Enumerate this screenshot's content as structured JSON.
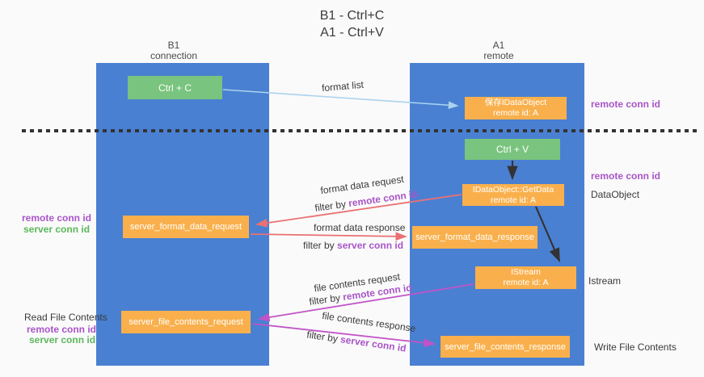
{
  "title": {
    "line1": "B1 - Ctrl+C",
    "line2": "A1 - Ctrl+V"
  },
  "lanes": {
    "left": {
      "name": "B1",
      "role": "connection"
    },
    "right": {
      "name": "A1",
      "role": "remote"
    }
  },
  "nodes": {
    "ctrl_c": {
      "label": "Ctrl + C"
    },
    "ctrl_v": {
      "label": "Ctrl + V"
    },
    "save_idataobject": {
      "line1": "保存IDataObject",
      "line2": "remote id: A"
    },
    "getdata": {
      "line1": "IDataObject::GetData",
      "line2": "remote id: A"
    },
    "istream": {
      "line1": "IStream",
      "line2": "remote id: A"
    },
    "server_format_data_request": {
      "label": "server_format_data_request"
    },
    "server_format_data_response": {
      "label": "server_format_data_response"
    },
    "server_file_contents_request": {
      "label": "server_file_contents_request"
    },
    "server_file_contents_response": {
      "label": "server_file_contents_response"
    }
  },
  "edges": {
    "format_list": {
      "label": "format list"
    },
    "format_data_request": {
      "label": "format data request",
      "filter_prefix": "filter by ",
      "filter_key": "remote conn id"
    },
    "format_data_response": {
      "label": "format data response",
      "filter_prefix": "filter by ",
      "filter_key": "server conn id"
    },
    "file_contents_request": {
      "label": "file contents request",
      "filter_prefix": "filter by ",
      "filter_key": "remote conn id"
    },
    "file_contents_response": {
      "label": "file contents response",
      "filter_prefix": "filter by ",
      "filter_key": "server conn id"
    }
  },
  "annotations": {
    "left_mid_remote": "remote conn id",
    "left_mid_server": "server conn id",
    "read_file_contents": "Read File Contents",
    "left_bottom_remote": "remote conn id",
    "left_bottom_server": "server conn id",
    "right_top_remote": "remote conn id",
    "right_mid_remote": "remote conn id",
    "dataobject": "DataObject",
    "istream": "Istream",
    "write_file_contents": "Write File Contents"
  },
  "colors": {
    "background": "#fafafa",
    "lane_blue": "#4a80d2",
    "box_orange": "#f9b04c",
    "box_green": "#79c47e",
    "arrow_light_blue": "#a9d2ef",
    "arrow_red": "#ea7173",
    "arrow_magenta": "#c153c8",
    "arrow_black": "#333333",
    "text_purple": "#a855c8",
    "text_green": "#5cb85c"
  }
}
